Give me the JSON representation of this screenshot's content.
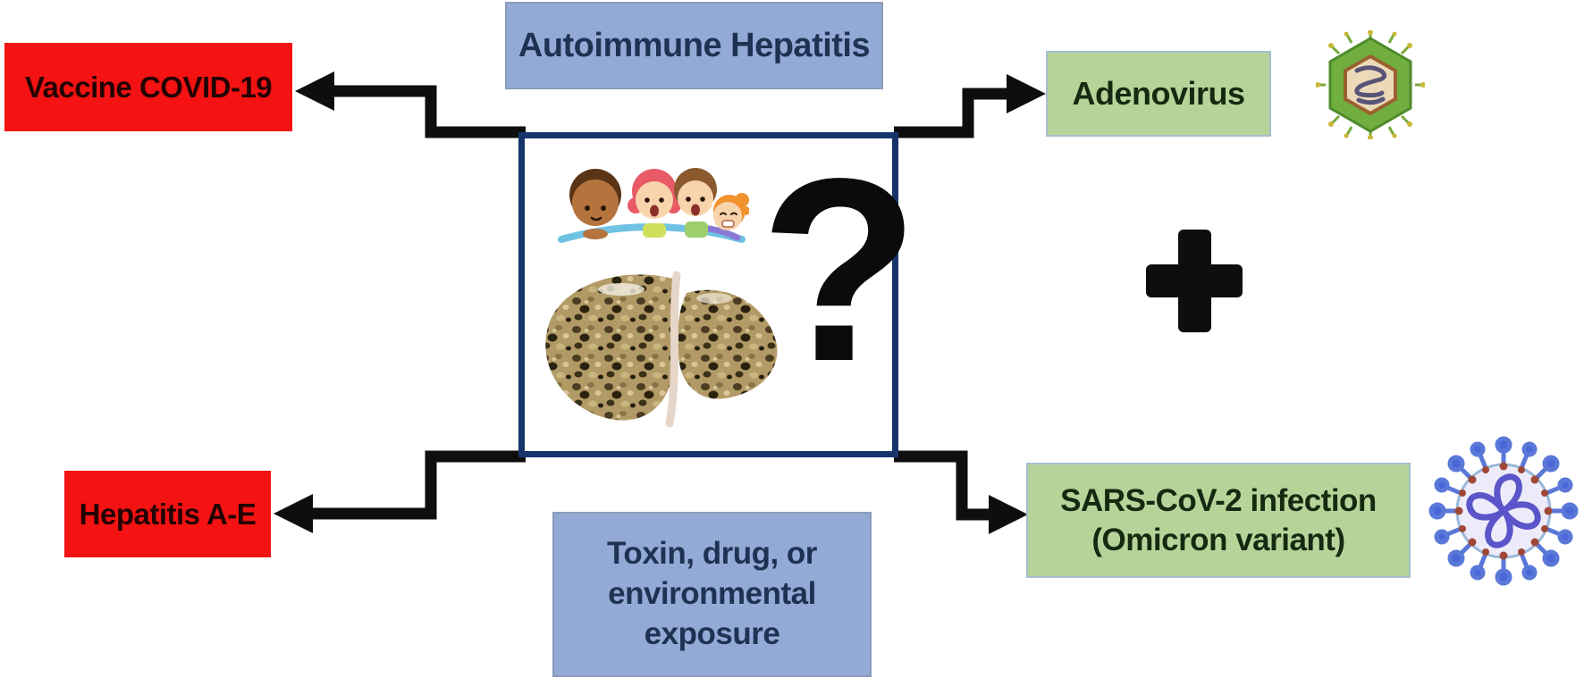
{
  "figure": {
    "title_semantic": "possible-causes-of-acute-hepatitis-in-children",
    "boxes": {
      "vaccine_covid19": {
        "label": "Vaccine COVID-19",
        "fill": "#f41212",
        "text_color": "#230403"
      },
      "autoimmune_hepatitis": {
        "label": "Autoimmune Hepatitis",
        "fill": "#93aad6",
        "text_color": "#1e3253"
      },
      "adenovirus": {
        "label": "Adenovirus",
        "fill": "#b6d49a",
        "text_color": "#152a10"
      },
      "hepatitis_a_e": {
        "label": "Hepatitis A-E",
        "fill": "#f41212",
        "text_color": "#230403"
      },
      "toxin": {
        "lines": [
          "Toxin, drug, or",
          "environmental",
          "exposure"
        ],
        "fill": "#93aad6",
        "text_color": "#1e3253"
      },
      "sars_cov2": {
        "lines": [
          "SARS-CoV-2 infection",
          "(Omicron variant)"
        ],
        "fill": "#b6d49a",
        "text_color": "#152a10"
      }
    },
    "center": {
      "question_mark": "?",
      "plus_sign": "+",
      "images": [
        "children-cartoon",
        "diseased-liver-photo"
      ]
    },
    "icons": {
      "adenovirus_icon": "adenovirus-virion-icon",
      "sars_icon": "coronavirus-icon"
    },
    "colors": {
      "central_border": "#16356b",
      "arrow": "#0e0e0e",
      "red_fill": "#f41212",
      "blue_fill": "#93aad6",
      "green_fill": "#b6d49a"
    }
  }
}
